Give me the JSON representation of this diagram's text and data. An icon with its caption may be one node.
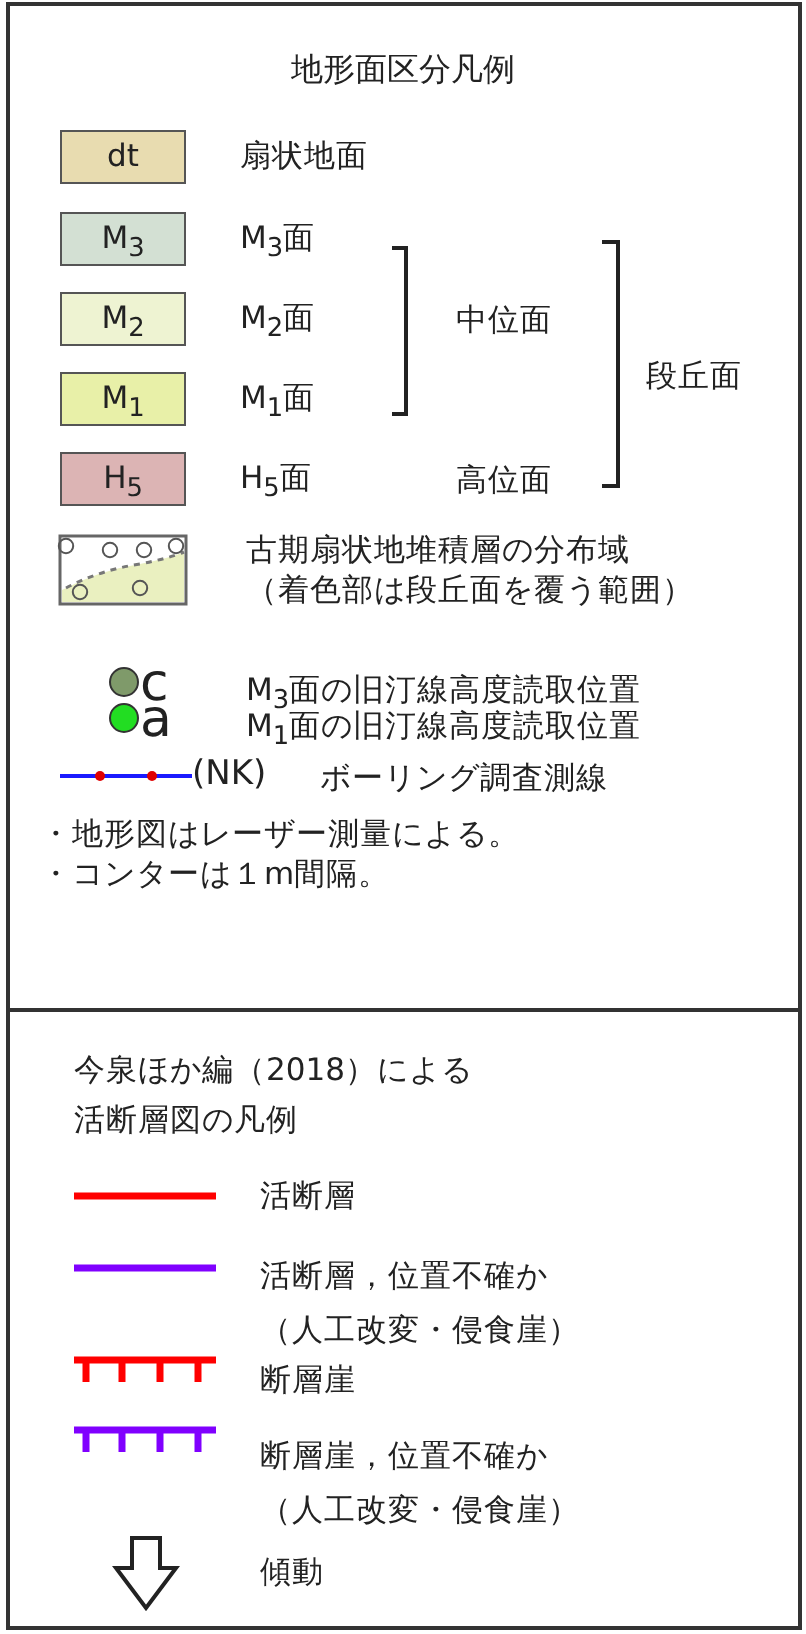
{
  "diagram": {
    "title": "地形面区分凡例",
    "nodes": [
      {
        "text": [
          "dt"
        ],
        "beside": [
          "扇状地面"
        ]
      },
      {
        "text": [
          "M$_{3}$"
        ],
        "beside": [
          "M$_{3}$面"
        ]
      },
      {
        "text": [
          "M$_{2}$"
        ],
        "beside": [
          "M$_{2}$面"
        ]
      },
      {
        "text": [
          "M$_{1}$"
        ],
        "beside": [
          "M$_{1}$面"
        ]
      },
      {
        "text": [
          "H$_{5}$"
        ],
        "beside": [
          "H$_{5}$面"
        ]
      }
    ],
    "labels": [
      "中位面",
      "段丘面",
      "高位面",
      "c",
      "a",
      "(NK)",
      "・地形図はレーザー測量による。",
      "・コンターは１m間隔。",
      "今泉ほか編（2018）による活断層図の凡例"
    ],
    "legend": [
      {
        "text": "古期扇状地堆積層の分布域（着色部は段丘面を覆う範囲）"
      },
      {
        "text": "M$_{3}$面の旧汀線高度読取位置",
        "color": "#7f9a6a"
      },
      {
        "text": "M$_{1}$面の旧汀線高度読取位置",
        "color": "#22dd22"
      },
      {
        "text": "ボーリング調査測線"
      },
      {
        "text": "活断層"
      },
      {
        "text": "活断層，位置不確か（人工改変・侵食崖）"
      },
      {
        "text": "断層崖"
      },
      {
        "text": "断層崖，位置不確か（人工改変・侵食崖）"
      },
      {
        "text": "傾動"
      }
    ]
  }
}
